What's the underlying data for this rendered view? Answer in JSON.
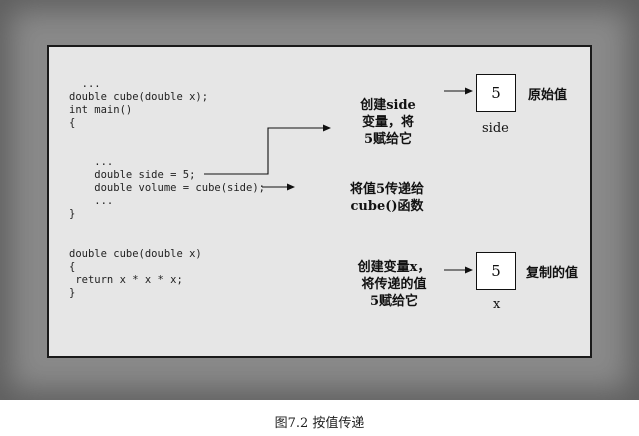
{
  "code_block_1": [
    "  ...",
    "double cube(double x);",
    "int main()",
    "{",
    "",
    "",
    "    ...",
    "    double side = 5;",
    "    double volume = cube(side);",
    "    ...",
    "}"
  ],
  "code_block_2": [
    "double cube(double x)",
    "{",
    " return x * x * x;",
    "}"
  ],
  "notes": {
    "create_side": [
      "创建side",
      "变量，将",
      "5赋给它"
    ],
    "pass_value": [
      "将值5传递给",
      "cube()函数"
    ],
    "create_x": [
      "创建变量x，",
      "将传递的值",
      "5赋给它"
    ]
  },
  "boxes": {
    "side": {
      "value": "5",
      "name": "side",
      "note": "原始值"
    },
    "x": {
      "value": "5",
      "name": "x",
      "note": "复制的值"
    }
  },
  "caption": "图7.2  按值传递"
}
